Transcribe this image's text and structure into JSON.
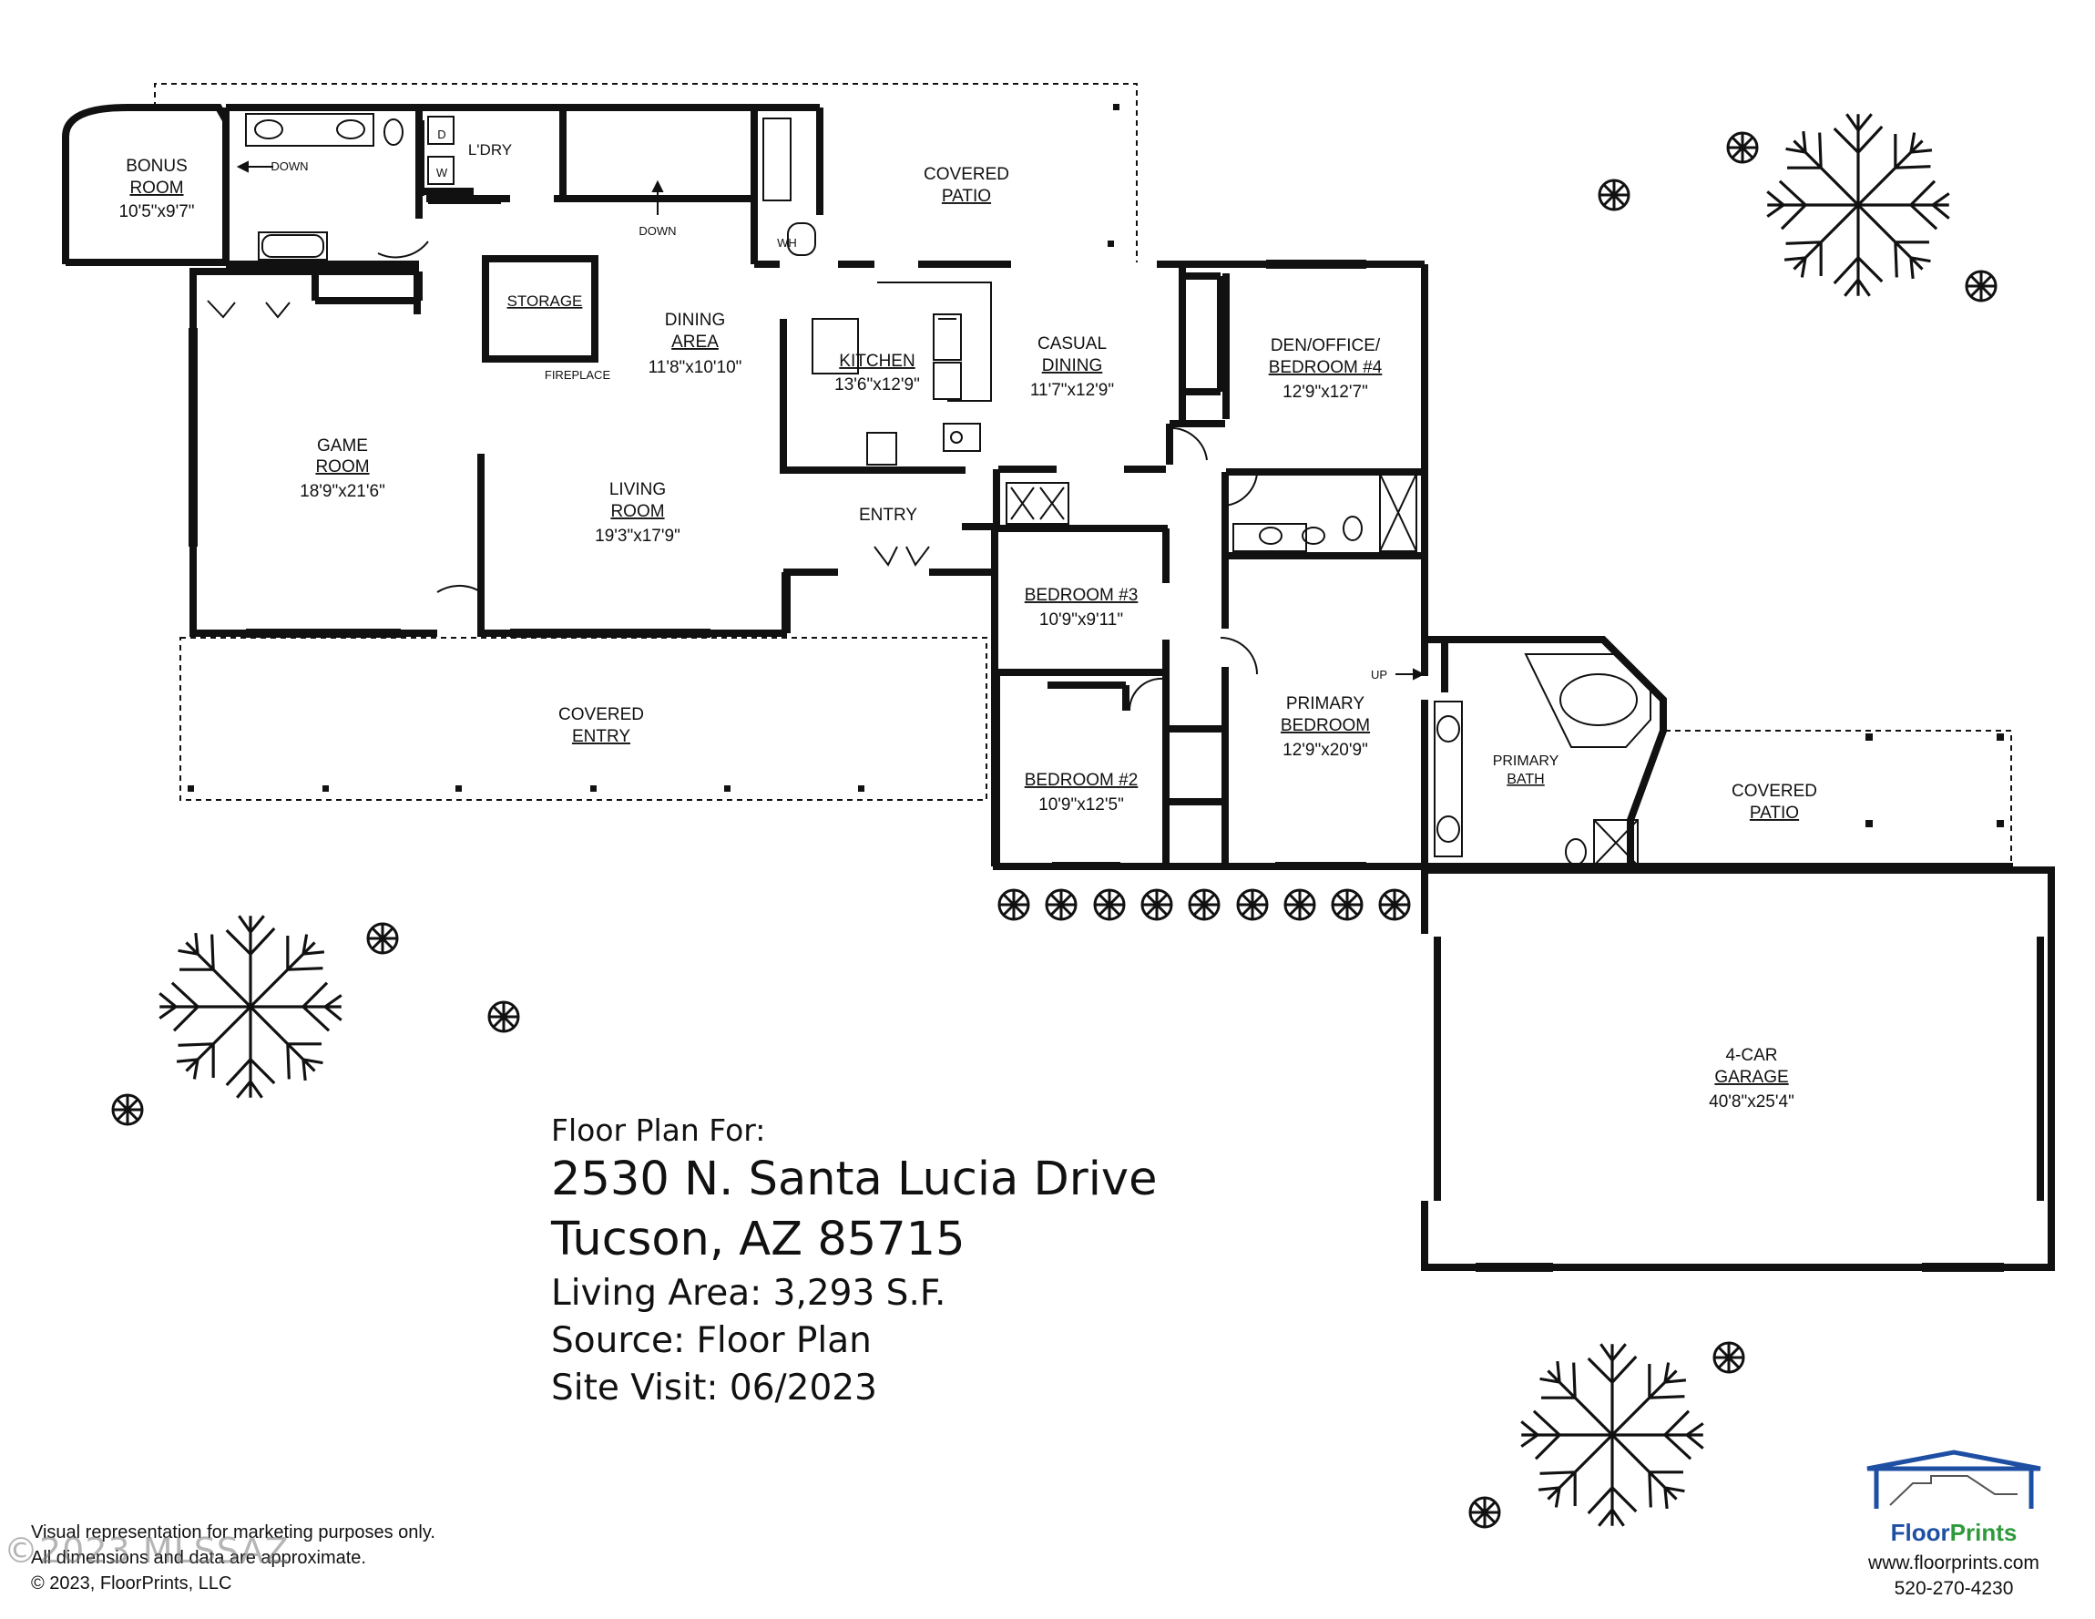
{
  "rooms": {
    "bonus": {
      "name1": "BONUS",
      "name2": "ROOM",
      "dims": "10'5\"x9'7\""
    },
    "game": {
      "name1": "GAME",
      "name2": "ROOM",
      "dims": "18'9\"x21'6\""
    },
    "living": {
      "name1": "LIVING",
      "name2": "ROOM",
      "dims": "19'3\"x17'9\""
    },
    "dining": {
      "name1": "DINING",
      "name2": "AREA",
      "dims": "11'8\"x10'10\""
    },
    "kitchen": {
      "name": "KITCHEN",
      "dims": "13'6\"x12'9\""
    },
    "casual": {
      "name1": "CASUAL",
      "name2": "DINING",
      "dims": "11'7\"x12'9\""
    },
    "den": {
      "name1": "DEN/OFFICE/",
      "name2": "BEDROOM #4",
      "dims": "12'9\"x12'7\""
    },
    "bed3": {
      "name": "BEDROOM #3",
      "dims": "10'9\"x9'11\""
    },
    "bed2": {
      "name": "BEDROOM #2",
      "dims": "10'9\"x12'5\""
    },
    "primary": {
      "name1": "PRIMARY",
      "name2": "BEDROOM",
      "dims": "12'9\"x20'9\""
    },
    "primary_bath": {
      "name1": "PRIMARY",
      "name2": "BATH"
    },
    "garage": {
      "name1": "4-CAR",
      "name2": "GARAGE",
      "dims": "40'8\"x25'4\""
    },
    "covered_patio_top": {
      "name1": "COVERED",
      "name2": "PATIO"
    },
    "covered_patio_right": {
      "name1": "COVERED",
      "name2": "PATIO"
    },
    "covered_entry": {
      "name1": "COVERED",
      "name2": "ENTRY"
    },
    "entry": {
      "name": "ENTRY"
    },
    "storage": {
      "name": "STORAGE"
    },
    "laundry": {
      "name": "L'DRY"
    }
  },
  "small_labels": {
    "down1": "DOWN",
    "down2": "DOWN",
    "up": "UP",
    "fireplace": "FIREPLACE",
    "wh": "WH",
    "dryer": "D",
    "washer": "W"
  },
  "info": {
    "line1": "Floor Plan For:",
    "address1": "2530 N. Santa Lucia Drive",
    "address2": "Tucson, AZ 85715",
    "living_area": "Living Area:  3,293 S.F.",
    "source": "Source:  Floor Plan",
    "site_visit": "Site Visit:  06/2023"
  },
  "disclaimer": {
    "line1": "Visual representation for marketing purposes only.",
    "line2": "All dimensions and data are approximate.",
    "copyright": "© 2023, FloorPrints, LLC"
  },
  "watermark": "©2023 MLSSAZ",
  "logo": {
    "brand_floor": "Floor",
    "brand_prints": "Prints",
    "website": "www.floorprints.com",
    "phone": "520-270-4230",
    "colors": {
      "blue": "#1e4fa3",
      "green": "#2e9a3c"
    }
  }
}
